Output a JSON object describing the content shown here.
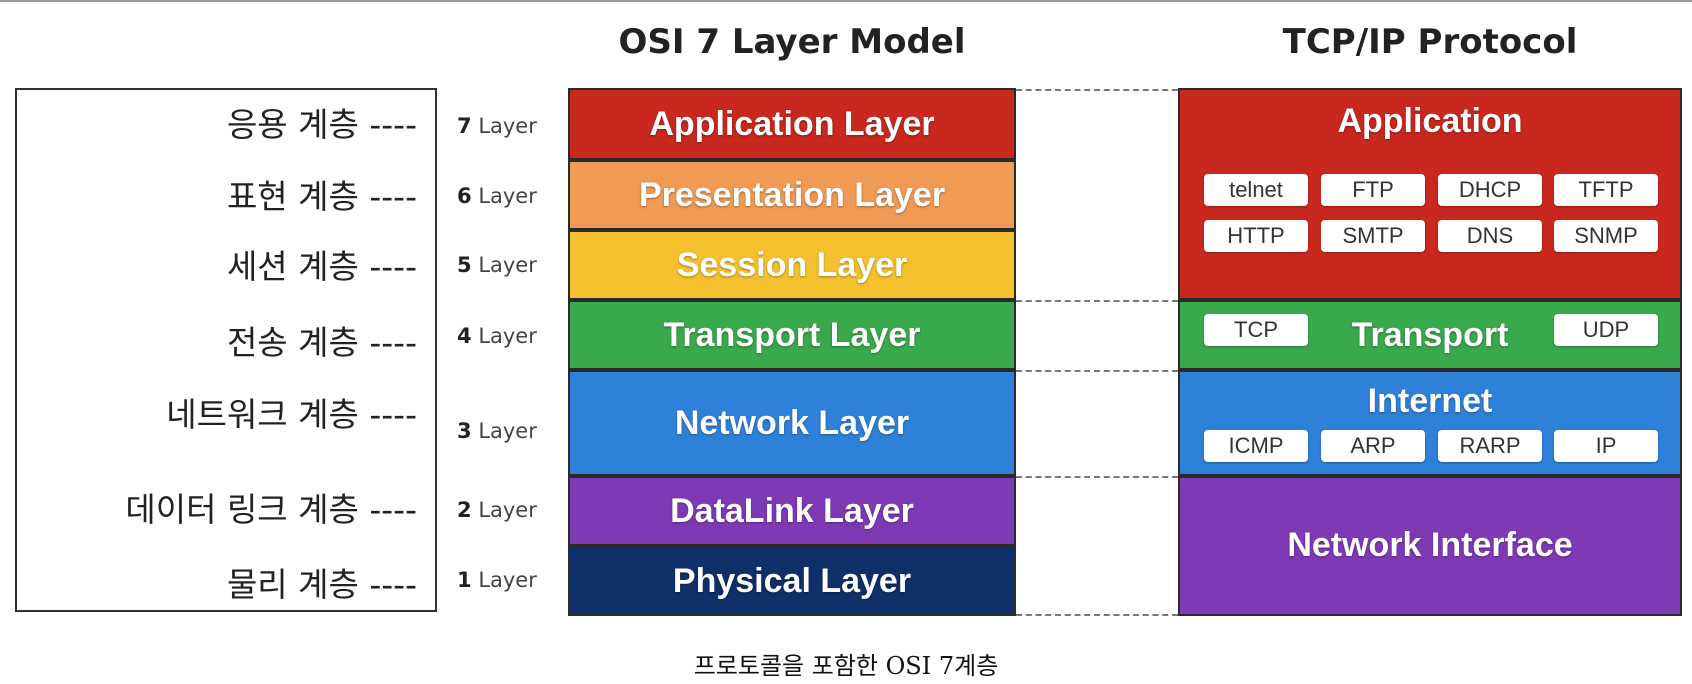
{
  "titles": {
    "osi": "OSI 7 Layer Model",
    "tcpip": "TCP/IP Protocol"
  },
  "korean_labels": [
    "응용 계층 ----",
    "표현 계층 ----",
    "세션 계층 ----",
    "전송 계층 ----",
    "네트워크 계층 ----",
    "데이터 링크 계층 ----",
    "물리 계층 ----"
  ],
  "layer_numbers": [
    {
      "num": "7",
      "word": "Layer"
    },
    {
      "num": "6",
      "word": "Layer"
    },
    {
      "num": "5",
      "word": "Layer"
    },
    {
      "num": "4",
      "word": "Layer"
    },
    {
      "num": "3",
      "word": "Layer"
    },
    {
      "num": "2",
      "word": "Layer"
    },
    {
      "num": "1",
      "word": "Layer"
    }
  ],
  "osi_layers": [
    {
      "label": "Application Layer",
      "color": "#c8281e"
    },
    {
      "label": "Presentation Layer",
      "color": "#ef9a55"
    },
    {
      "label": "Session Layer",
      "color": "#f4c02e"
    },
    {
      "label": "Transport Layer",
      "color": "#3aa84d"
    },
    {
      "label": "Network Layer",
      "color": "#2f80d8"
    },
    {
      "label": "DataLink Layer",
      "color": "#7e3ab5"
    },
    {
      "label": "Physical Layer",
      "color": "#0f2f6a"
    }
  ],
  "tcpip_layers": {
    "application": {
      "title": "Application",
      "color": "#c8281e",
      "protocols": [
        "telnet",
        "FTP",
        "DHCP",
        "TFTP",
        "HTTP",
        "SMTP",
        "DNS",
        "SNMP"
      ]
    },
    "transport": {
      "title": "Transport",
      "color": "#3aa84d",
      "protocols": [
        "TCP",
        "UDP"
      ]
    },
    "internet": {
      "title": "Internet",
      "color": "#2f80d8",
      "protocols": [
        "ICMP",
        "ARP",
        "RARP",
        "IP"
      ]
    },
    "network_interface": {
      "title": "Network Interface",
      "color": "#7e3ab5"
    }
  },
  "caption": "프로토콜을 포함한 OSI 7계층"
}
